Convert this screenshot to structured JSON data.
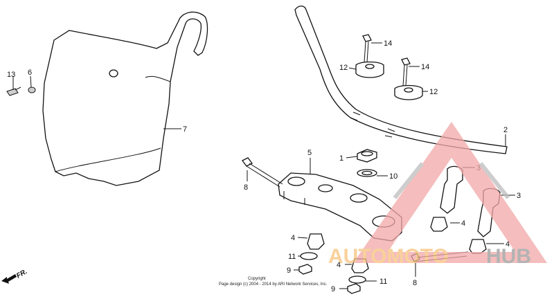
{
  "part_labels": {
    "p1": "1",
    "p2": "2",
    "p3a": "3",
    "p3b": "3",
    "p4a": "4",
    "p4b": "4",
    "p4c": "4",
    "p4d": "4",
    "p5": "5",
    "p6": "6",
    "p7": "7",
    "p8a": "8",
    "p8b": "8",
    "p9a": "9",
    "p9b": "9",
    "p10": "10",
    "p11a": "11",
    "p11b": "11",
    "p12a": "12",
    "p12b": "12",
    "p13": "13",
    "p14a": "14",
    "p14b": "14"
  },
  "direction_label": "FR.",
  "copyright": {
    "line1": "Copyright",
    "line2": "Page design (c) 2004 - 2014 by ARI Network Services, Inc."
  },
  "watermark": {
    "text_part1": "AUTOMOTO",
    "text_part2": "HUB",
    "color_primary": "#f2a7a7",
    "color_secondary": "#bdbdbd",
    "color_accent": "#f7c27a"
  }
}
